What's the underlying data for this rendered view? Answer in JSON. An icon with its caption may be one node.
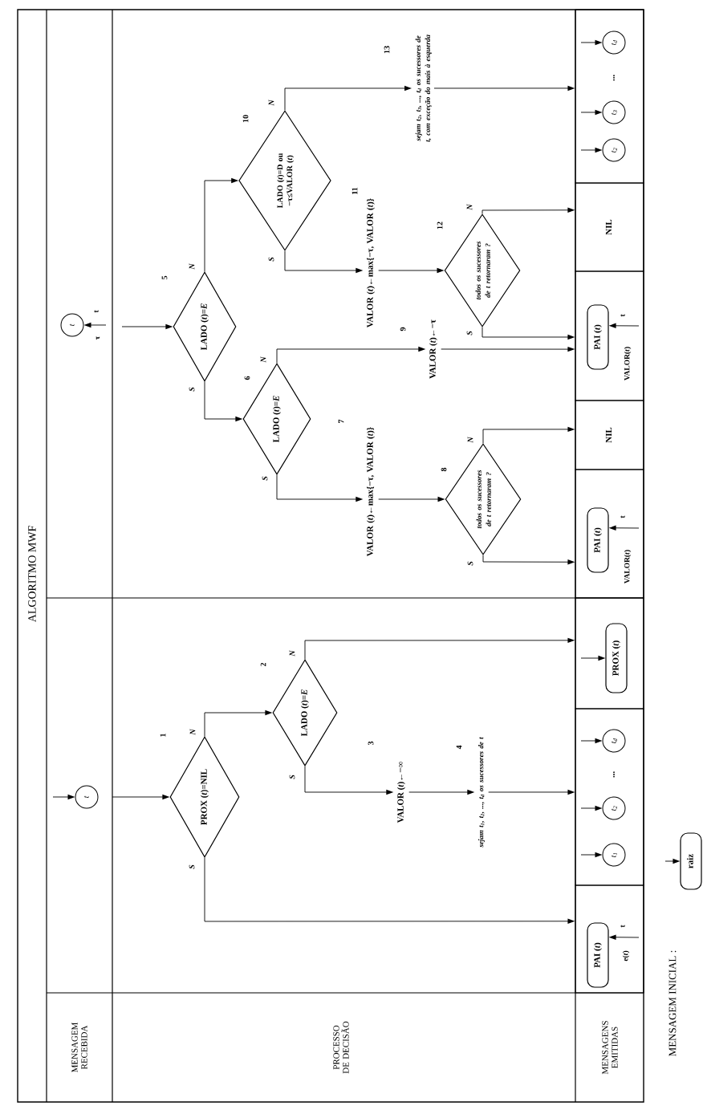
{
  "diagram": {
    "title": "ALGORITMO MWF",
    "nodes": [
      {
        "text": [
          "t"
        ]
      },
      {
        "text": [
          "t"
        ],
        "beside": [
          "τ",
          "t"
        ]
      },
      {
        "text": [
          "PROX (*t*)=NIL"
        ],
        "beside": [
          "1"
        ]
      },
      {
        "text": [
          "LADO (*t*)=*E*"
        ],
        "beside": [
          "2"
        ]
      },
      {
        "text": [
          "VALOR (*t*)←−∞"
        ],
        "beside": [
          "3"
        ]
      },
      {
        "text": [
          "sejam t$_{1}$, t$_{2}$, ..., t$_{d}$ os sucessores de t"
        ],
        "beside": [
          "4"
        ]
      },
      {
        "text": [
          "LADO (*t*)=*E*"
        ],
        "beside": [
          "5"
        ]
      },
      {
        "text": [
          "LADO (*t*)=*E*"
        ],
        "beside": [
          "6"
        ]
      },
      {
        "text": [
          "VALOR (*t*)←max{−τ, VALOR (*t*)}"
        ],
        "beside": [
          "7"
        ]
      },
      {
        "text": [
          "todos os sucessores de t retornaram ?"
        ],
        "beside": [
          "8"
        ]
      },
      {
        "text": [
          "VALOR (*t*)←−τ"
        ],
        "beside": [
          "9"
        ]
      },
      {
        "text": [
          "LADO (*t*)=D ou −τ≤VALOR (*t*)"
        ],
        "beside": [
          "10"
        ]
      },
      {
        "text": [
          "VALOR (*t*)←max{−τ, VALOR (*t*)}"
        ],
        "beside": [
          "11"
        ]
      },
      {
        "text": [
          "todos os sucessores de t retornaram ?"
        ],
        "beside": [
          "12"
        ]
      },
      {
        "text": [
          "sejam t$_{2}$, t$_{3}$, ..., t$_{d}$ os sucessores de t, com exceção do mais à esquerda"
        ],
        "beside": [
          "13"
        ]
      },
      {
        "text": [],
        "shape": "box"
      },
      {
        "text": [
          "PAI (*t*)"
        ],
        "in": 15,
        "beside": [
          "e(*t*)",
          "t"
        ]
      },
      {
        "text": [],
        "shape": "box"
      },
      {
        "text": [
          "t$_{1}$"
        ],
        "in": 17
      },
      {
        "text": [
          "t$_{2}$"
        ],
        "in": 17
      },
      {
        "text": [
          "t$_{d}$"
        ],
        "in": 17
      },
      {
        "text": [],
        "shape": "box"
      },
      {
        "text": [
          "PROX (*t*)"
        ],
        "in": 21
      },
      {
        "text": [],
        "shape": "box"
      },
      {
        "text": [
          "PAI (*t*)"
        ],
        "in": 23,
        "beside": [
          "VALOR(*t*)",
          "t"
        ]
      },
      {
        "text": [
          "NIL"
        ]
      },
      {
        "text": [],
        "shape": "box"
      },
      {
        "text": [
          "PAI (*t*)"
        ],
        "in": 26,
        "beside": [
          "VALOR(*t*)",
          "t"
        ]
      },
      {
        "text": [
          "NIL"
        ]
      },
      {
        "text": [],
        "shape": "box"
      },
      {
        "text": [
          "t$_{2}$"
        ],
        "in": 29
      },
      {
        "text": [
          "t$_{3}$"
        ],
        "in": 29
      },
      {
        "text": [
          "t$_{d}$"
        ],
        "in": 29
      },
      {
        "text": [
          "raiz"
        ]
      }
    ],
    "edges": [
      {
        "from": null,
        "to": 0,
        "arrow": "to"
      },
      {
        "from": null,
        "to": 1,
        "arrow": "to"
      },
      {
        "from": null,
        "to": 2,
        "arrow": "to"
      },
      {
        "from": null,
        "to": 6,
        "arrow": "to"
      },
      {
        "from": 2,
        "to": 15,
        "arrow": "to",
        "label": "S"
      },
      {
        "from": 2,
        "to": 3,
        "arrow": "to",
        "label": "N"
      },
      {
        "from": 3,
        "to": 21,
        "arrow": "to",
        "label": "N"
      },
      {
        "from": 3,
        "to": 4,
        "arrow": "to",
        "label": "S"
      },
      {
        "from": 4,
        "to": 5,
        "arrow": "to"
      },
      {
        "from": 5,
        "to": 17,
        "arrow": "to"
      },
      {
        "from": 6,
        "to": 7,
        "arrow": "to",
        "label": "S"
      },
      {
        "from": 6,
        "to": 11,
        "arrow": "to",
        "label": "N"
      },
      {
        "from": 7,
        "to": 8,
        "arrow": "to",
        "label": "S"
      },
      {
        "from": 7,
        "to": 10,
        "arrow": "to",
        "label": "N"
      },
      {
        "from": 8,
        "to": 9,
        "arrow": "to"
      },
      {
        "from": 9,
        "to": 23,
        "arrow": "to",
        "label": "S"
      },
      {
        "from": 9,
        "to": 25,
        "arrow": "to",
        "label": "N"
      },
      {
        "from": 10,
        "to": 26,
        "arrow": "to"
      },
      {
        "from": 11,
        "to": 12,
        "arrow": "to",
        "label": "S"
      },
      {
        "from": 11,
        "to": 14,
        "arrow": "to",
        "label": "N"
      },
      {
        "from": 12,
        "to": 13,
        "arrow": "to"
      },
      {
        "from": 13,
        "to": 26,
        "arrow": "to",
        "label": "S"
      },
      {
        "from": 13,
        "to": 28,
        "arrow": "to",
        "label": "N"
      },
      {
        "from": 14,
        "to": 29,
        "arrow": "to"
      },
      {
        "from": null,
        "to": 16,
        "arrow": "to"
      },
      {
        "from": null,
        "to": 18,
        "arrow": "to"
      },
      {
        "from": null,
        "to": 19,
        "arrow": "to"
      },
      {
        "from": null,
        "to": 20,
        "arrow": "to"
      },
      {
        "from": null,
        "to": 22,
        "arrow": "to"
      },
      {
        "from": null,
        "to": 24,
        "arrow": "to"
      },
      {
        "from": null,
        "to": 27,
        "arrow": "to"
      },
      {
        "from": null,
        "to": 30,
        "arrow": "to"
      },
      {
        "from": null,
        "to": 31,
        "arrow": "to"
      },
      {
        "from": null,
        "to": 32,
        "arrow": "to"
      },
      {
        "from": null,
        "to": 33,
        "arrow": "to"
      }
    ],
    "labels": [
      "MENSAGEM RECEBIDA",
      "PROCESSO DE DECISÃO",
      "MENSAGENS EMITIDAS",
      "...",
      "...",
      "MENSAGEM INICIAL :"
    ]
  }
}
